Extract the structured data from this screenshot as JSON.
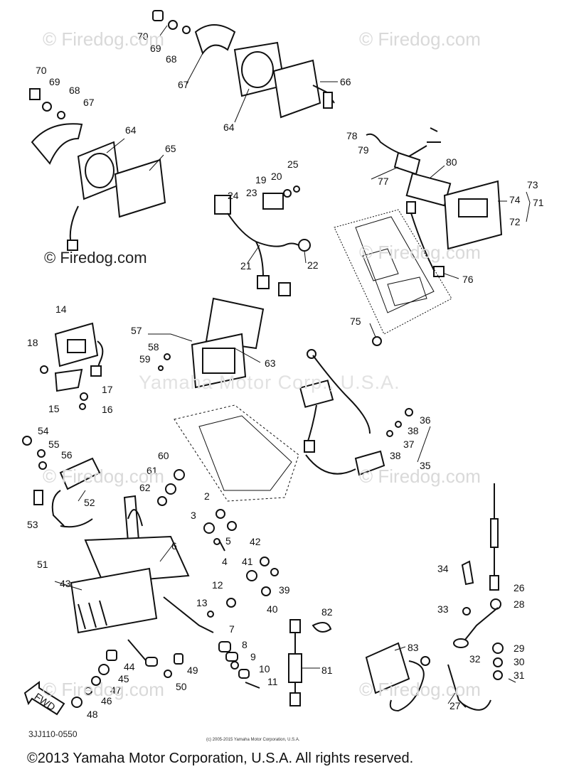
{
  "watermarks": {
    "site": "© Firedog.com",
    "center": "Yamaha Motor Corp., U.S.A.",
    "fwd_label": "FWD"
  },
  "diagram_id": "3JJ110-0550",
  "small_copyright": "(c) 2005-2015 Yamaha Motor Corporation, U.S.A.",
  "footer": "©2013 Yamaha Motor Corporation, U.S.A. All rights reserved.",
  "callouts": [
    "70",
    "69",
    "68",
    "67",
    "64",
    "66",
    "70",
    "69",
    "68",
    "67",
    "64",
    "65",
    "78",
    "79",
    "77",
    "80",
    "73",
    "74",
    "71",
    "72",
    "76",
    "75",
    "24",
    "23",
    "19",
    "20",
    "25",
    "21",
    "22",
    "14",
    "18",
    "15",
    "17",
    "16",
    "57",
    "58",
    "59",
    "63",
    "36",
    "38",
    "37",
    "38",
    "35",
    "54",
    "55",
    "56",
    "60",
    "61",
    "62",
    "52",
    "53",
    "51",
    "2",
    "3",
    "5",
    "4",
    "42",
    "41",
    "39",
    "40",
    "6",
    "43",
    "12",
    "13",
    "7",
    "8",
    "9",
    "10",
    "11",
    "34",
    "26",
    "28",
    "33",
    "32",
    "29",
    "30",
    "31",
    "82",
    "81",
    "83",
    "27",
    "44",
    "45",
    "47",
    "46",
    "48",
    "49",
    "50"
  ]
}
